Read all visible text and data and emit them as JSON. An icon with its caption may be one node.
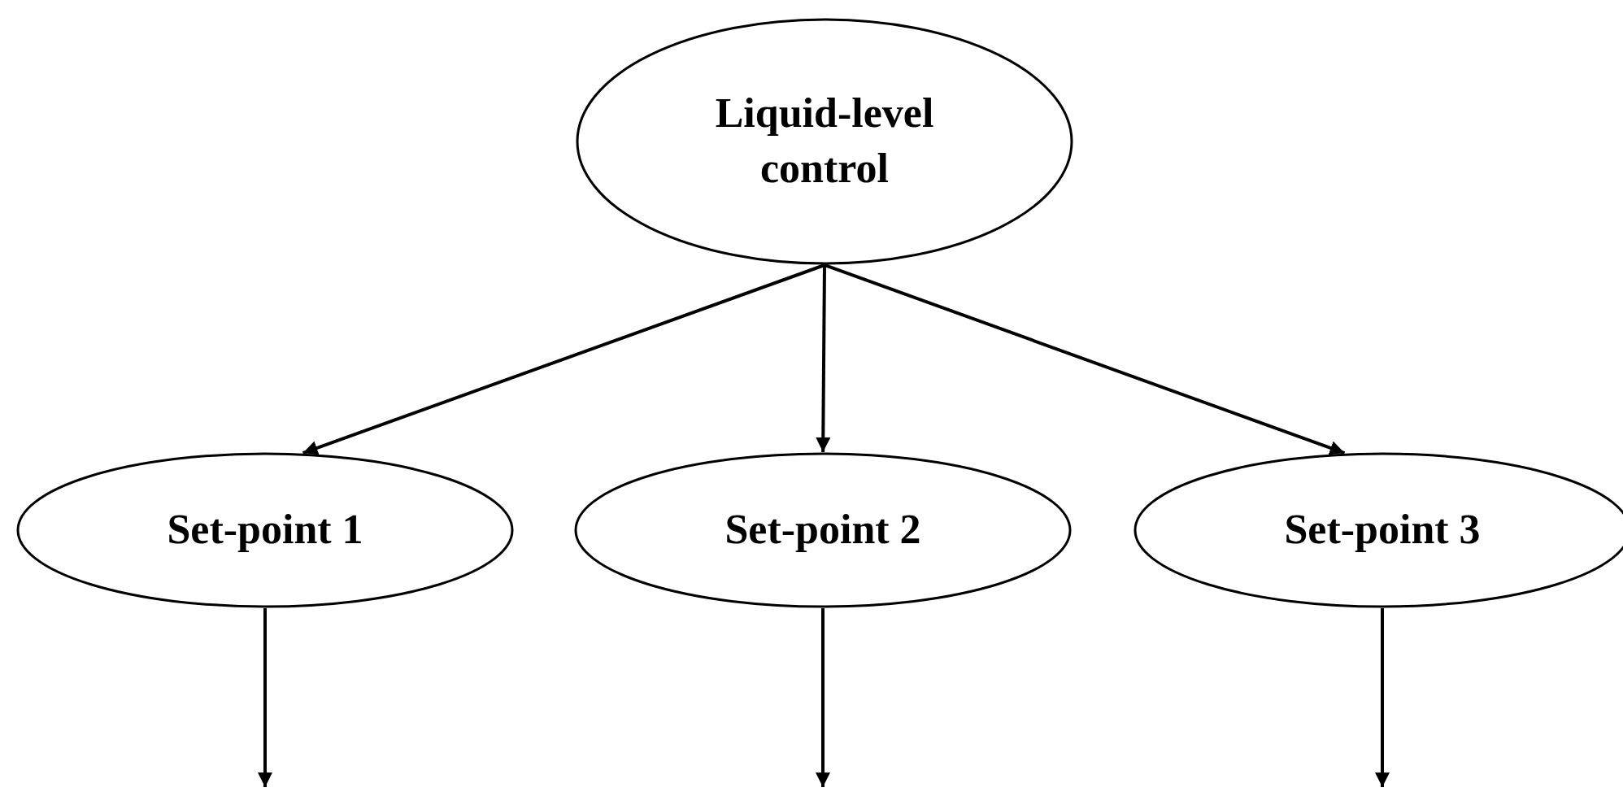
{
  "diagram": {
    "nodes": [
      {
        "text": [
          "Liquid-level control"
        ]
      },
      {
        "text": [
          "Set-point 1"
        ]
      },
      {
        "text": [
          "Set-point 2"
        ]
      },
      {
        "text": [
          "Set-point 3"
        ]
      }
    ],
    "edges": [
      {
        "from": 0,
        "to": 1,
        "arrow": "to"
      },
      {
        "from": 0,
        "to": 2,
        "arrow": "to"
      },
      {
        "from": 0,
        "to": 3,
        "arrow": "to"
      },
      {
        "from": 1,
        "to": null,
        "arrow": "to"
      },
      {
        "from": 2,
        "to": null,
        "arrow": "to"
      },
      {
        "from": 3,
        "to": null,
        "arrow": "to"
      }
    ]
  }
}
